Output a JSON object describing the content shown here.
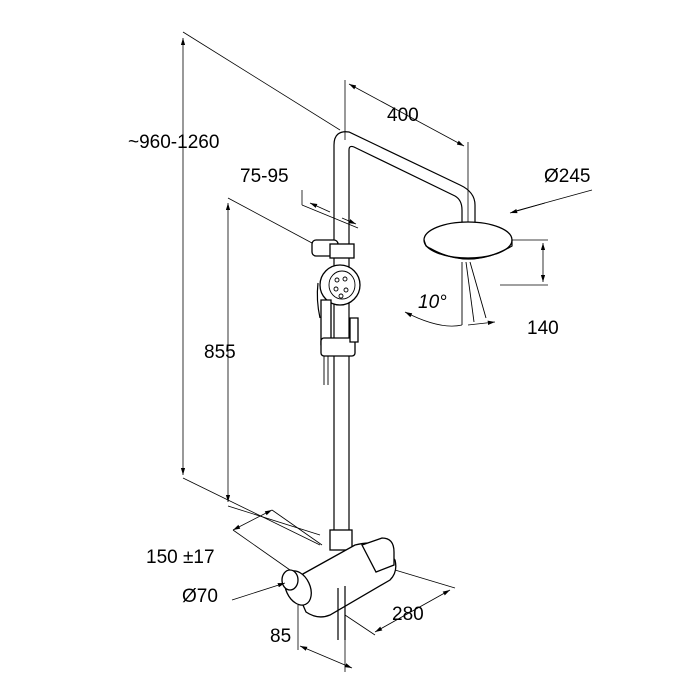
{
  "dimensions": {
    "total_height": "~960-1260",
    "arm_length": "400",
    "head_diameter": "Ø245",
    "clamp_range": "75-95",
    "lower_height": "855",
    "head_height": "140",
    "head_angle": "10°",
    "inlet_spacing": "150 ±17",
    "valve_diameter": "Ø70",
    "wall_depth": "85",
    "valve_width": "280"
  }
}
